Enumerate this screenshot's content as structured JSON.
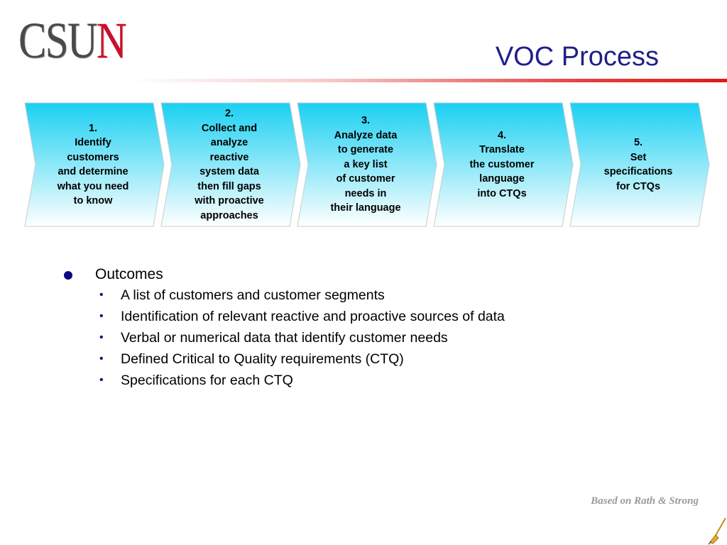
{
  "logo": {
    "main": "CSU",
    "accent": "N"
  },
  "title": "VOC Process",
  "steps": [
    {
      "lines": [
        "1.",
        "Identify",
        "customers",
        "and determine",
        "what you need",
        "to know"
      ]
    },
    {
      "lines": [
        "2.",
        "Collect and",
        "analyze",
        "reactive",
        "system data",
        "then fill gaps",
        "with proactive",
        "approaches"
      ]
    },
    {
      "lines": [
        "3.",
        "Analyze data",
        "to generate",
        "a key list",
        "of customer",
        "needs in",
        "their language"
      ]
    },
    {
      "lines": [
        "4.",
        "Translate",
        "the customer",
        "language",
        "into CTQs"
      ]
    },
    {
      "lines": [
        "5.",
        "Set",
        "specifications",
        "for CTQs"
      ]
    }
  ],
  "outcomes": {
    "heading": "Outcomes",
    "items": [
      "A list of customers and customer segments",
      "Identification of relevant reactive and proactive sources of data",
      "Verbal or numerical data that identify customer needs",
      "Defined Critical to Quality requirements (CTQ)",
      "Specifications for each CTQ"
    ]
  },
  "footer": {
    "credit": "Based on Rath & Strong"
  },
  "colors": {
    "title": "#1f1f8a",
    "chevron_top": "#1ad0f2",
    "chevron_bottom": "#ffffff",
    "accent_red": "#c8102e",
    "bullet": "#0a0a80"
  }
}
